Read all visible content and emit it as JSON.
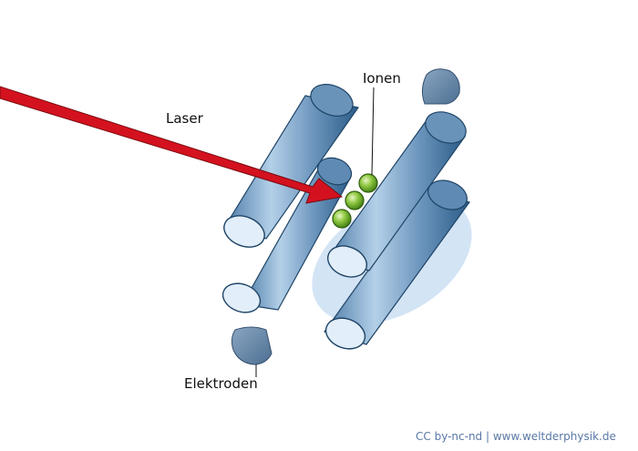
{
  "labels": {
    "laser": "Laser",
    "ions": "Ionen",
    "electrodes": "Elektroden"
  },
  "credit": "CC by-nc-nd | www.weltderphysik.de",
  "colors": {
    "laser": "#d4121f",
    "rod_dark": "#2c5f8c",
    "rod_light": "#a9c8e2",
    "rod_end": "#e2eef9",
    "shadow": "#cfe0f2",
    "ion": "#8dc63f",
    "electrode_tip": "#6f8fb0",
    "credit_text": "#5a78a6"
  }
}
